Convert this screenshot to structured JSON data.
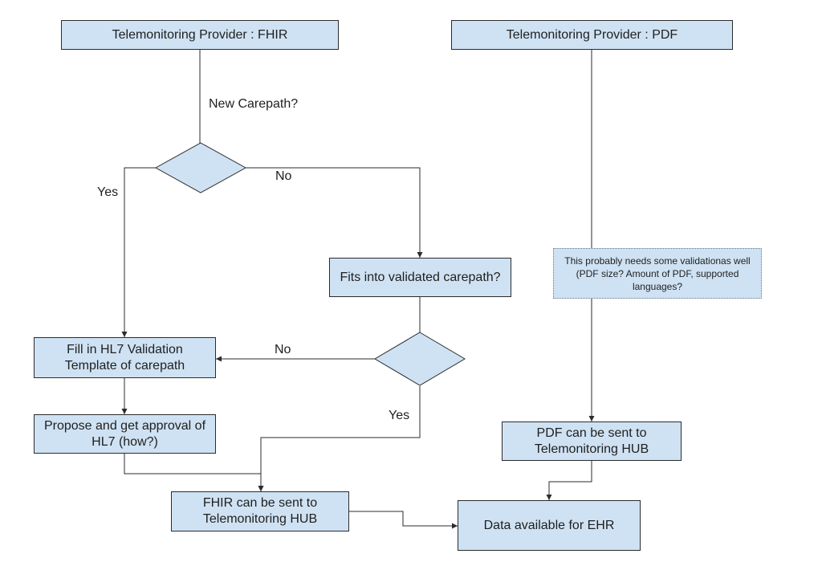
{
  "nodes": {
    "provider_fhir": "Telemonitoring Provider : FHIR",
    "provider_pdf": "Telemonitoring Provider : PDF",
    "fits_validated": "Fits into validated carepath?",
    "fill_hl7": "Fill in HL7 Validation Template of carepath",
    "propose_hl7": "Propose and get approval of HL7 (how?)",
    "fhir_sent": "FHIR can be sent to Telemonitoring HUB",
    "pdf_sent": "PDF can be sent to Telemonitoring HUB",
    "data_ehr": "Data available for EHR",
    "pdf_note": "This probably needs some validationas well (PDF size? Amount of PDF, supported languages?"
  },
  "labels": {
    "new_carepath": "New Carepath?",
    "yes_1": "Yes",
    "no_1": "No",
    "no_2": "No",
    "yes_2": "Yes"
  },
  "colors": {
    "box_fill": "#cfe2f3",
    "stroke": "#2b2b2b"
  }
}
